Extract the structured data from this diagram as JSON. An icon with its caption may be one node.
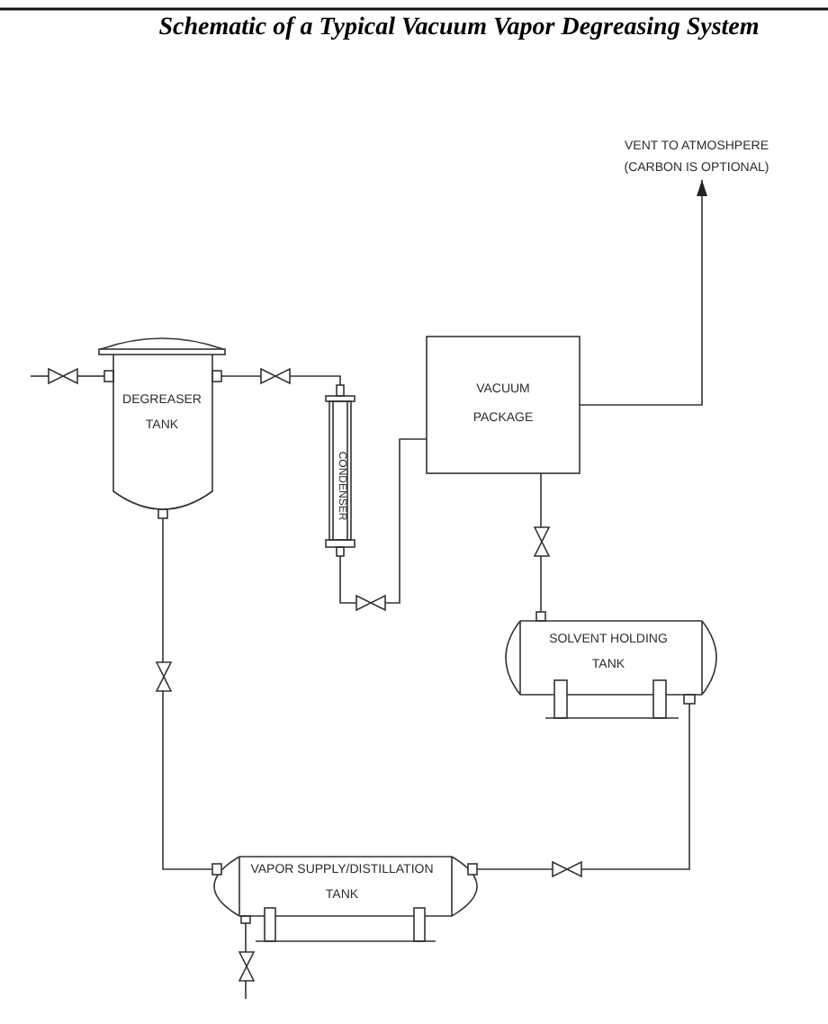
{
  "diagram": {
    "title": "Schematic of a Typical Vacuum Vapor Degreasing System",
    "nodes": [
      {
        "text": [
          "VENT TO ATMOSHPERE (CARBON IS OPTIONAL)"
        ]
      },
      {
        "text": [
          "DEGREASER TANK"
        ]
      },
      {
        "text": [
          "VACUUM PACKAGE"
        ]
      },
      {
        "text": [
          "CONDENSER"
        ]
      },
      {
        "text": [
          "SOLVENT HOLDING TANK"
        ]
      },
      {
        "text": [
          "VAPOR SUPPLY/DISTILLATION TANK"
        ]
      },
      {
        "text": [],
        "shape": "valve"
      },
      {
        "text": [],
        "shape": "valve"
      },
      {
        "text": [],
        "shape": "valve"
      },
      {
        "text": [],
        "shape": "valve"
      },
      {
        "text": [],
        "shape": "valve"
      },
      {
        "text": [],
        "shape": "valve"
      },
      {
        "text": [],
        "shape": "valve"
      }
    ],
    "edges": [
      {
        "from": null,
        "to": 6,
        "arrow": "none"
      },
      {
        "from": 6,
        "to": 1,
        "arrow": "none"
      },
      {
        "from": 1,
        "to": 7,
        "arrow": "none"
      },
      {
        "from": 7,
        "to": 3,
        "arrow": "none"
      },
      {
        "from": 3,
        "to": 8,
        "arrow": "none"
      },
      {
        "from": 8,
        "to": 2,
        "arrow": "none"
      },
      {
        "from": 2,
        "to": 0,
        "arrow": "to"
      },
      {
        "from": 2,
        "to": 9,
        "arrow": "none"
      },
      {
        "from": 9,
        "to": 4,
        "arrow": "none"
      },
      {
        "from": 1,
        "to": 10,
        "arrow": "none"
      },
      {
        "from": 10,
        "to": 5,
        "arrow": "none"
      },
      {
        "from": 4,
        "to": 11,
        "arrow": "none"
      },
      {
        "from": 11,
        "to": 5,
        "arrow": "none"
      },
      {
        "from": 5,
        "to": 12,
        "arrow": "none"
      },
      {
        "from": 12,
        "to": null,
        "arrow": "none"
      }
    ]
  }
}
